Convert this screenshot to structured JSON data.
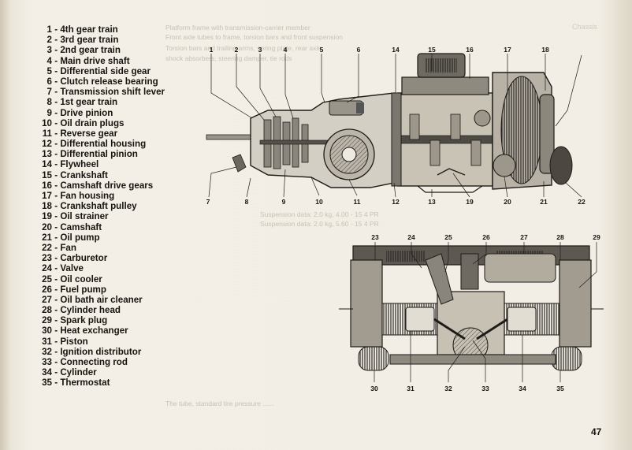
{
  "legend": [
    {
      "num": "1",
      "label": "4th gear train"
    },
    {
      "num": "2",
      "label": "3rd gear train"
    },
    {
      "num": "3",
      "label": "2nd gear train"
    },
    {
      "num": "4",
      "label": "Main drive shaft"
    },
    {
      "num": "5",
      "label": "Differential side gear"
    },
    {
      "num": "6",
      "label": "Clutch release bearing"
    },
    {
      "num": "7",
      "label": "Transmission shift lever"
    },
    {
      "num": "8",
      "label": "1st gear train"
    },
    {
      "num": "9",
      "label": "Drive pinion"
    },
    {
      "num": "10",
      "label": "Oil drain plugs"
    },
    {
      "num": "11",
      "label": "Reverse gear"
    },
    {
      "num": "12",
      "label": "Differential housing"
    },
    {
      "num": "13",
      "label": "Differential pinion"
    },
    {
      "num": "14",
      "label": "Flywheel"
    },
    {
      "num": "15",
      "label": "Crankshaft"
    },
    {
      "num": "16",
      "label": "Camshaft drive gears"
    },
    {
      "num": "17",
      "label": "Fan housing"
    },
    {
      "num": "18",
      "label": "Crankshaft pulley"
    },
    {
      "num": "19",
      "label": "Oil strainer"
    },
    {
      "num": "20",
      "label": "Camshaft"
    },
    {
      "num": "21",
      "label": "Oil pump"
    },
    {
      "num": "22",
      "label": "Fan"
    },
    {
      "num": "23",
      "label": "Carburetor"
    },
    {
      "num": "24",
      "label": "Valve"
    },
    {
      "num": "25",
      "label": "Oil cooler"
    },
    {
      "num": "26",
      "label": "Fuel pump"
    },
    {
      "num": "27",
      "label": "Oil bath air cleaner"
    },
    {
      "num": "28",
      "label": "Cylinder head"
    },
    {
      "num": "29",
      "label": "Spark plug"
    },
    {
      "num": "30",
      "label": "Heat exchanger"
    },
    {
      "num": "31",
      "label": "Piston"
    },
    {
      "num": "32",
      "label": "Ignition distributor"
    },
    {
      "num": "33",
      "label": "Connecting rod"
    },
    {
      "num": "34",
      "label": "Cylinder"
    },
    {
      "num": "35",
      "label": "Thermostat"
    }
  ],
  "top_callouts": [
    "1",
    "2",
    "3",
    "4",
    "5",
    "6",
    "14",
    "15",
    "16",
    "17",
    "18"
  ],
  "side_callouts": [
    "7",
    "8",
    "9",
    "10",
    "11",
    "12",
    "13",
    "19",
    "20",
    "21",
    "22"
  ],
  "lower_top_callouts": [
    "23",
    "24",
    "25",
    "26",
    "27",
    "28",
    "29"
  ],
  "lower_bottom_callouts": [
    "30",
    "31",
    "32",
    "33",
    "34",
    "35"
  ],
  "bleed_through": {
    "heading": "Chassis",
    "lines": [
      "Platform frame with transmission-carrier member",
      "Front axle tubes to frame, torsion bars and front suspension",
      "Torsion bars and trailing arms, spring plate, rear axle",
      "shock absorbers, steering damper, tie rods",
      "Suspension data: 2.0 kg, 4.00 - 15 4 PR",
      "Suspension data: 2.0 kg, 5.60 - 15 4 PR",
      "The tube, standard tire pressure ......"
    ]
  },
  "page_number": "47",
  "colors": {
    "ink": "#161410",
    "paper": "#f2eee5",
    "drawing_gray": "#8a857c"
  }
}
